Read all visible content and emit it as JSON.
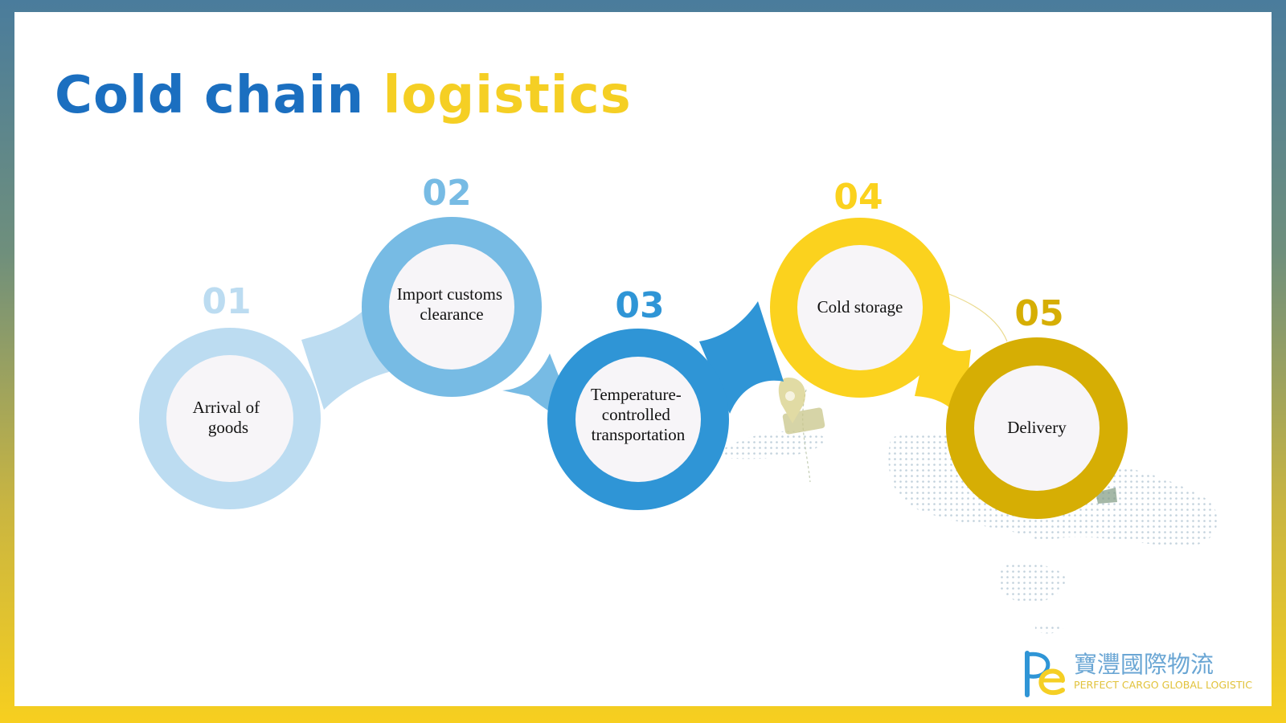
{
  "title": {
    "part1": "Cold chain",
    "part2": "logistics"
  },
  "steps": [
    {
      "number": "01",
      "label_lines": [
        "Arrival of",
        "goods"
      ]
    },
    {
      "number": "02",
      "label_lines": [
        "Import customs",
        "clearance"
      ]
    },
    {
      "number": "03",
      "label_lines": [
        "Temperature-",
        "controlled",
        "transportation"
      ]
    },
    {
      "number": "04",
      "label_lines": [
        "Cold storage"
      ]
    },
    {
      "number": "05",
      "label_lines": [
        "Delivery"
      ]
    }
  ],
  "colors": {
    "step1": "#bcdcf1",
    "step2": "#77bbe4",
    "step3": "#2f95d6",
    "step4": "#fbd21e",
    "step5": "#d6ae04",
    "title_blue": "#1b6fc0",
    "title_yellow": "#f5cf24",
    "inner": "#f7f5f8"
  },
  "logo": {
    "icon": "pe-monogram-icon",
    "chinese_name": "寶灃國際物流",
    "english_name": "PERFECT CARGO GLOBAL LOGISTIC"
  }
}
